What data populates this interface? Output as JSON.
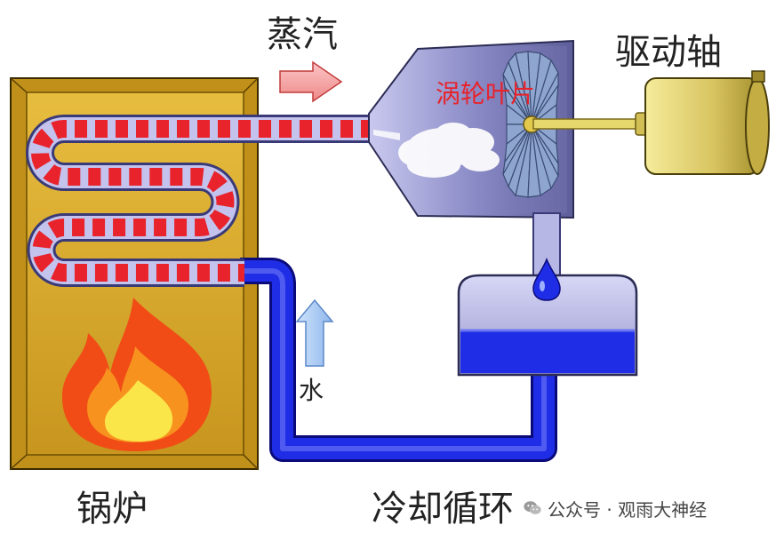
{
  "labels": {
    "steam": "蒸汽",
    "drive_shaft": "驱动轴",
    "turbine_blades": "涡轮叶片",
    "water": "水",
    "boiler": "锅炉",
    "cooling_cycle": "冷却循环"
  },
  "watermark": {
    "text": "公众号 · 观雨大神经",
    "icon": "wechat-icon"
  },
  "colors": {
    "steam_red": "#e8232b",
    "water_blue": "#1f2ee6",
    "tube_lavender": "#b8b8e8",
    "boiler_gold": "#d9a62a",
    "shaft_gold": "#e2d16b",
    "flame_orange": "#f36a1c"
  }
}
